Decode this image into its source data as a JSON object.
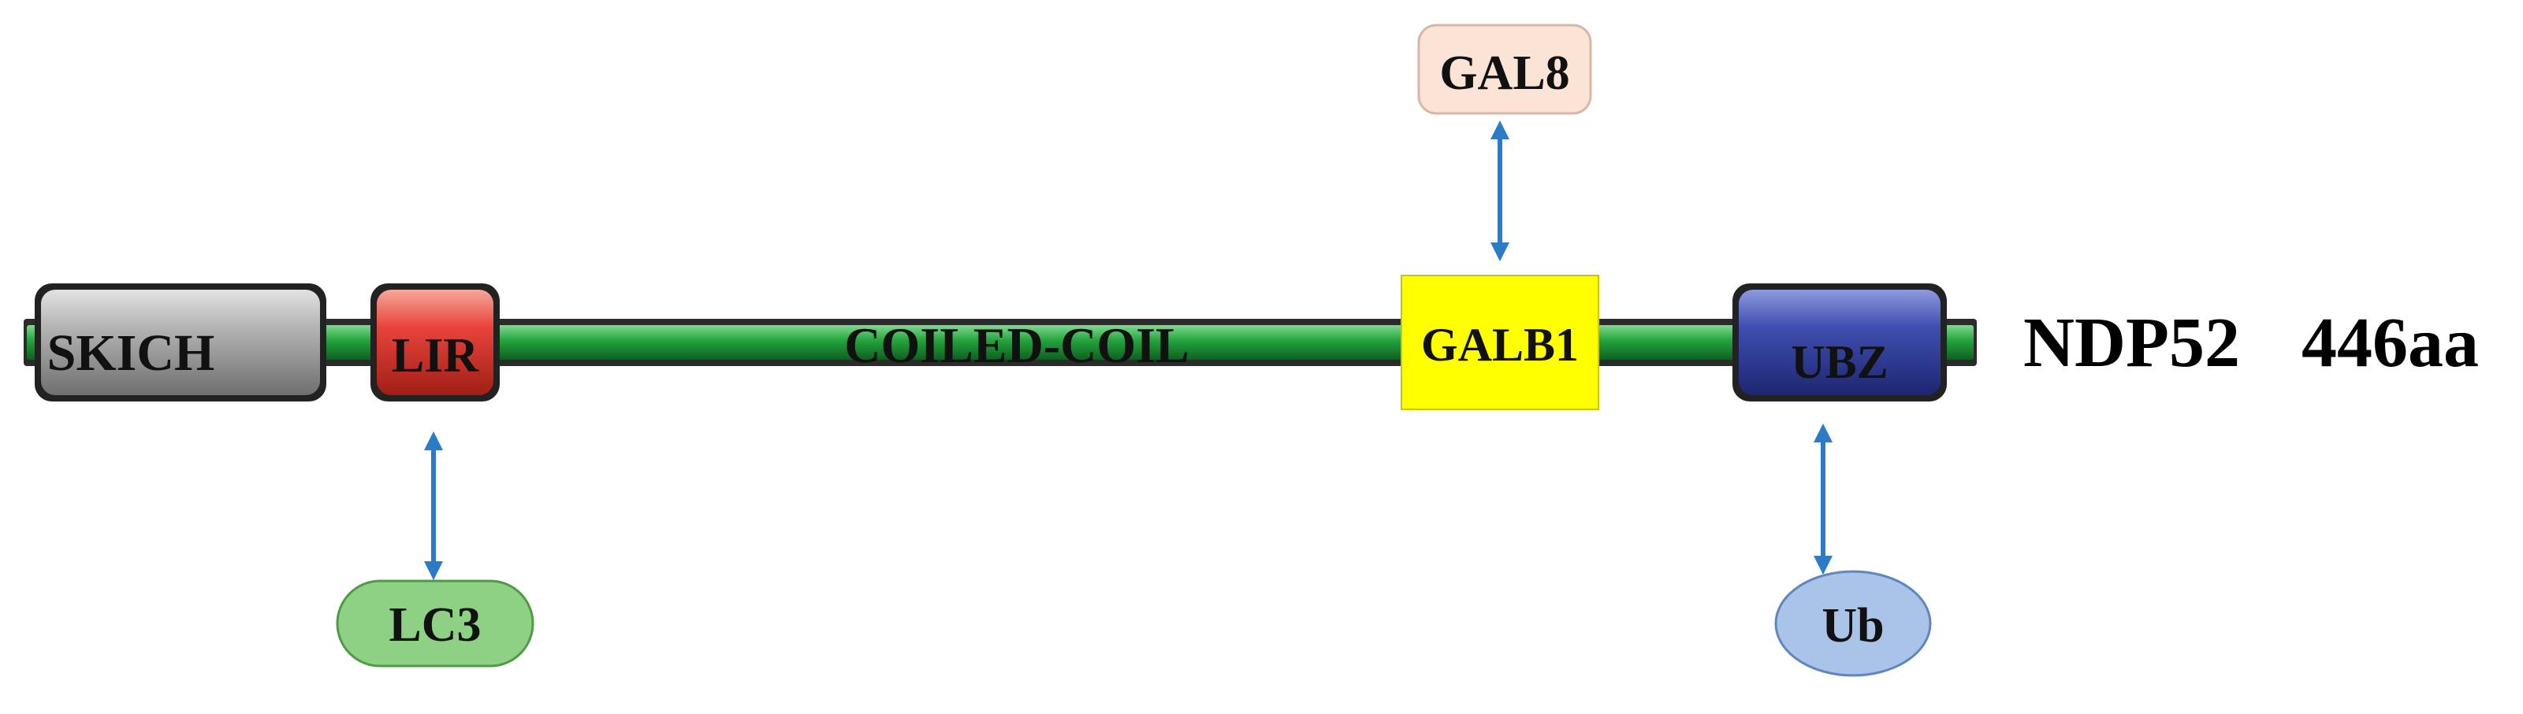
{
  "protein": {
    "name": "NDP52",
    "length": "446aa"
  },
  "domains": {
    "skich": {
      "label": "SKICH",
      "color": "#a9a9a9"
    },
    "lir": {
      "label": "LIR",
      "color": "#e8453c"
    },
    "coiled_coil": {
      "label": "COILED-COIL",
      "color": "#23a33d"
    },
    "galb1": {
      "label": "GALB1",
      "color": "#ffff00"
    },
    "ubz": {
      "label": "UBZ",
      "color": "#3f4fb0"
    }
  },
  "partners": {
    "gal8": {
      "label": "GAL8",
      "color": "#fbe4d6"
    },
    "lc3": {
      "label": "LC3",
      "color": "#8fd184"
    },
    "ub": {
      "label": "Ub",
      "color": "#a9c4e8"
    }
  },
  "arrow_color": "#2c7bc9"
}
